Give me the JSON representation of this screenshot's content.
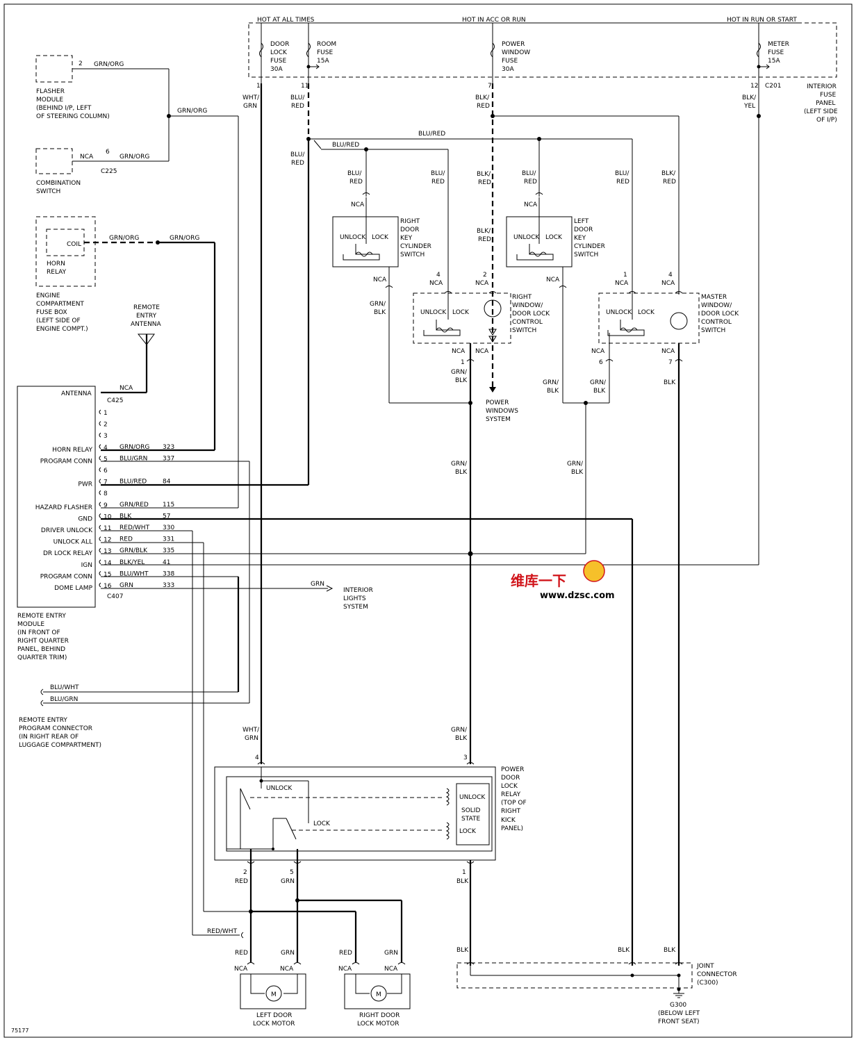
{
  "header": {
    "hot_all_times": "HOT AT ALL TIMES",
    "hot_acc_run": "HOT IN ACC OR RUN",
    "hot_run_start": "HOT IN RUN OR START"
  },
  "fuses": {
    "door_lock": [
      "DOOR",
      "LOCK",
      "FUSE",
      "30A"
    ],
    "room": [
      "ROOM",
      "FUSE",
      "15A"
    ],
    "power_window": [
      "POWER",
      "WINDOW",
      "FUSE",
      "30A"
    ],
    "meter": [
      "METER",
      "FUSE",
      "15A"
    ]
  },
  "fuse_panel": {
    "label": [
      "INTERIOR",
      "FUSE",
      "PANEL",
      "(LEFT SIDE",
      "OF I/P)"
    ],
    "connector": "C201",
    "pins": {
      "p1": "1",
      "p11": "11",
      "p7": "7",
      "p12": "12"
    }
  },
  "components": {
    "flasher": [
      "FLASHER",
      "MODULE",
      "(BEHIND I/P, LEFT",
      "OF STEERING COLUMN)"
    ],
    "combination_switch": [
      "COMBINATION",
      "SWITCH"
    ],
    "coil": "COIL",
    "horn_relay": [
      "HORN",
      "RELAY"
    ],
    "engine_fuse_box": [
      "ENGINE",
      "COMPARTMENT",
      "FUSE BOX",
      "(LEFT SIDE OF",
      "ENGINE COMPT.)"
    ],
    "antenna": [
      "REMOTE",
      "ENTRY",
      "ANTENNA"
    ],
    "rem_module": [
      "REMOTE ENTRY",
      "MODULE",
      "(IN FRONT OF",
      "RIGHT QUARTER",
      "PANEL, BEHIND",
      "QUARTER TRIM)"
    ],
    "prog_connector": [
      "REMOTE ENTRY",
      "PROGRAM CONNECTOR",
      "(IN RIGHT REAR OF",
      "LUGGAGE COMPARTMENT)"
    ],
    "right_key_cyl": [
      "RIGHT",
      "DOOR",
      "KEY",
      "CYLINDER",
      "SWITCH"
    ],
    "left_key_cyl": [
      "LEFT",
      "DOOR",
      "KEY",
      "CYLINDER",
      "SWITCH"
    ],
    "right_window_switch": [
      "RIGHT",
      "WINDOW/",
      "DOOR LOCK",
      "CONTROL",
      "SWITCH"
    ],
    "master_switch": [
      "MASTER",
      "WINDOW/",
      "DOOR LOCK",
      "CONTROL",
      "SWITCH"
    ],
    "power_windows_system": [
      "POWER",
      "WINDOWS",
      "SYSTEM"
    ],
    "interior_lights": [
      "INTERIOR",
      "LIGHTS",
      "SYSTEM"
    ],
    "power_door_lock_relay": [
      "POWER",
      "DOOR",
      "LOCK",
      "RELAY",
      "(TOP OF",
      "RIGHT",
      "KICK",
      "PANEL)"
    ],
    "solid_state": [
      "UNLOCK",
      "SOLID",
      "STATE",
      "LOCK"
    ],
    "left_motor": [
      "LEFT DOOR",
      "LOCK MOTOR"
    ],
    "right_motor": [
      "RIGHT DOOR",
      "LOCK MOTOR"
    ],
    "joint_connector": [
      "JOINT",
      "CONNECTOR",
      "(C300)"
    ],
    "ground": [
      "G300",
      "(BELOW LEFT",
      "FRONT SEAT)"
    ]
  },
  "switch_labels": {
    "unlock": "UNLOCK",
    "lock": "LOCK",
    "motor": "M"
  },
  "connectors": {
    "c425_antenna": "C425",
    "c407": "C407",
    "c225": "C225",
    "nca": "NCA"
  },
  "module_pins": [
    {
      "num": "1",
      "label": "",
      "wire": "",
      "circuit": ""
    },
    {
      "num": "2",
      "label": "",
      "wire": "",
      "circuit": ""
    },
    {
      "num": "3",
      "label": "",
      "wire": "",
      "circuit": ""
    },
    {
      "num": "4",
      "label": "HORN RELAY",
      "wire": "GRN/ORG",
      "circuit": "323"
    },
    {
      "num": "5",
      "label": "PROGRAM CONN",
      "wire": "BLU/GRN",
      "circuit": "337"
    },
    {
      "num": "6",
      "label": "",
      "wire": "",
      "circuit": ""
    },
    {
      "num": "7",
      "label": "PWR",
      "wire": "BLU/RED",
      "circuit": "84"
    },
    {
      "num": "8",
      "label": "",
      "wire": "",
      "circuit": ""
    },
    {
      "num": "9",
      "label": "HAZARD FLASHER",
      "wire": "GRN/RED",
      "circuit": "115"
    },
    {
      "num": "10",
      "label": "GND",
      "wire": "BLK",
      "circuit": "57"
    },
    {
      "num": "11",
      "label": "DRIVER UNLOCK",
      "wire": "RED/WHT",
      "circuit": "330"
    },
    {
      "num": "12",
      "label": "UNLOCK ALL",
      "wire": "RED",
      "circuit": "331"
    },
    {
      "num": "13",
      "label": "DR LOCK RELAY",
      "wire": "GRN/BLK",
      "circuit": "335"
    },
    {
      "num": "14",
      "label": "IGN",
      "wire": "BLK/YEL",
      "circuit": "41"
    },
    {
      "num": "15",
      "label": "PROGRAM CONN",
      "wire": "BLU/WHT",
      "circuit": "338"
    },
    {
      "num": "16",
      "label": "DOME LAMP",
      "wire": "GRN",
      "circuit": "333"
    }
  ],
  "antenna_pin_label": "ANTENNA",
  "wires": {
    "grn_org": "GRN/ORG",
    "wht_grn": [
      "WHT/",
      "GRN"
    ],
    "blu_red_split": [
      "BLU/",
      "RED"
    ],
    "blk_red": [
      "BLK/",
      "RED"
    ],
    "blk_yel": [
      "BLK/",
      "YEL"
    ],
    "blu_red": "BLU/RED",
    "grn_blk": [
      "GRN/",
      "BLK"
    ],
    "blk": "BLK",
    "red": "RED",
    "grn": "GRN",
    "red_wht": "RED/WHT",
    "blu_wht": "BLU/WHT",
    "blu_grn": "BLU/GRN"
  },
  "watermark": {
    "site": "www.dzsc.com",
    "brand": "维库一下"
  },
  "figure_id": "75177"
}
